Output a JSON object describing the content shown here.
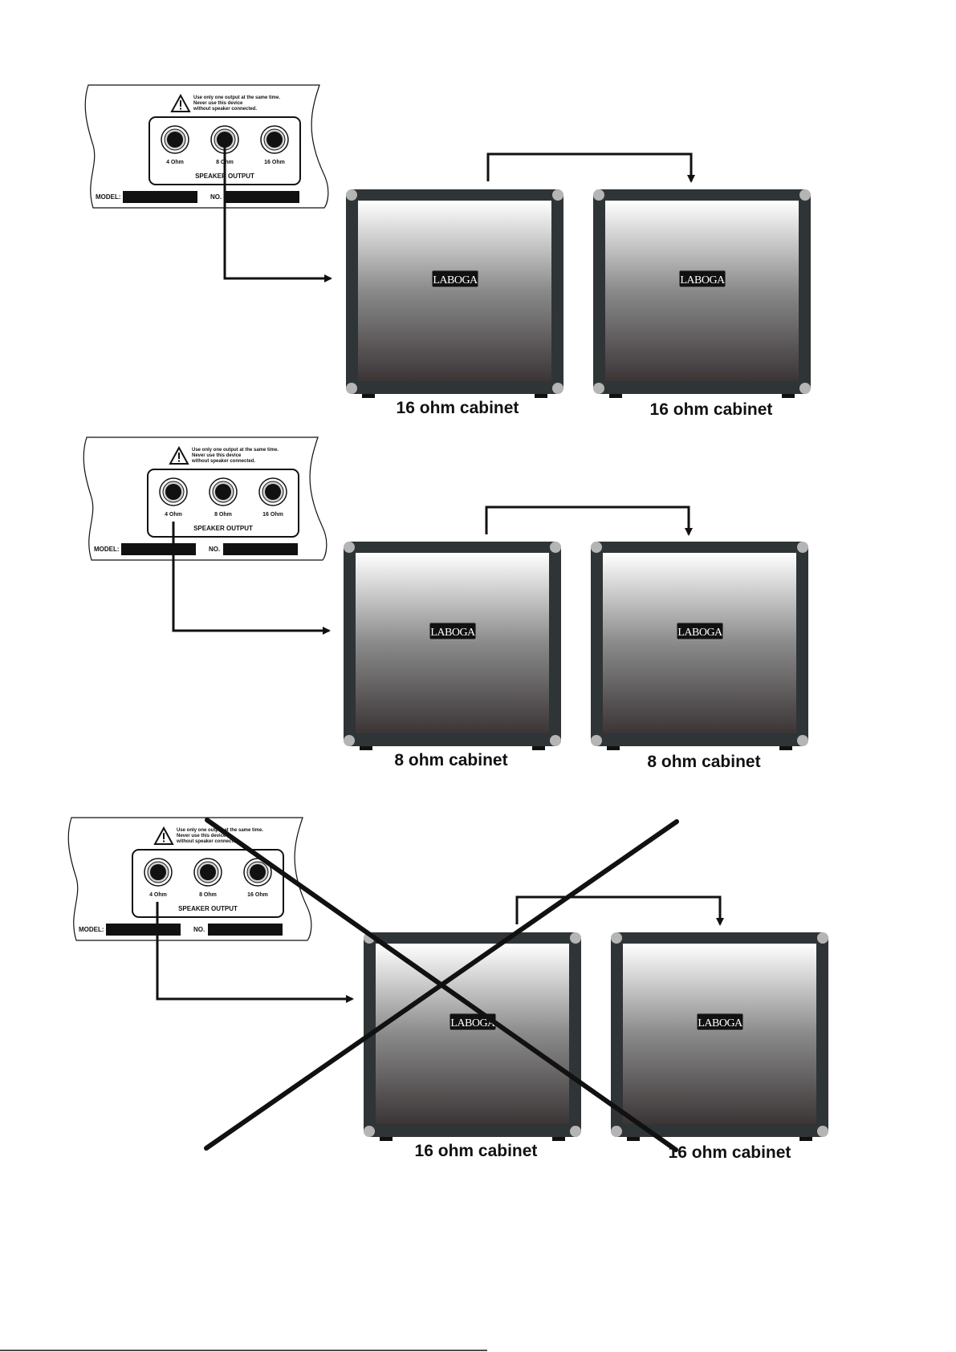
{
  "panel": {
    "warning_line1": "Use only one output at the same time.",
    "warning_line2": "Never use this device",
    "warning_line3": "without speaker connected.",
    "jacks": [
      "4 Ohm",
      "8 Ohm",
      "16 Ohm"
    ],
    "output_label": "SPEAKER OUTPUT",
    "model_label": "MODEL:",
    "no_label": "NO."
  },
  "cabinet_logo": "LABOGA",
  "diagrams": [
    {
      "connected_jack": "8 Ohm",
      "cabinets": [
        "16 ohm cabinet",
        "16 ohm cabinet"
      ],
      "crossed_out": false
    },
    {
      "connected_jack": "4 Ohm",
      "cabinets": [
        "8 ohm cabinet",
        "8 ohm cabinet"
      ],
      "crossed_out": false
    },
    {
      "connected_jack": "4 Ohm",
      "cabinets": [
        "16 ohm cabinet",
        "16 ohm cabinet"
      ],
      "crossed_out": true
    }
  ],
  "colors": {
    "cabinet_frame": "#2f3437",
    "corner": "#b5b5b5",
    "line": "#111111"
  }
}
